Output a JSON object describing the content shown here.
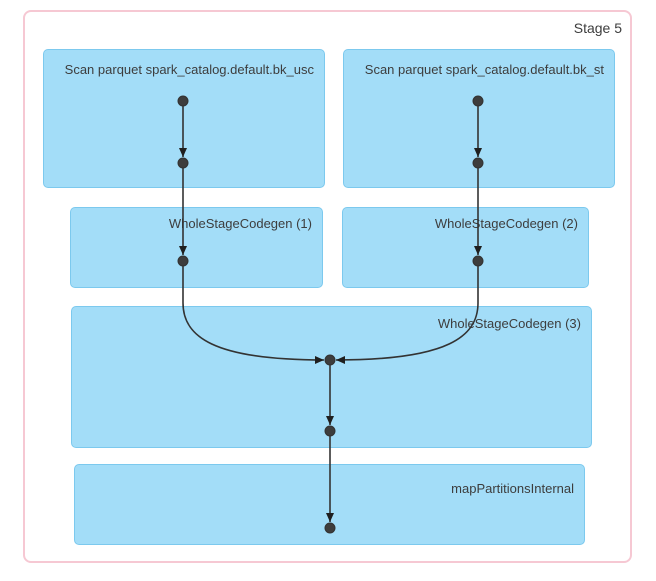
{
  "stage": {
    "label": "Stage 5"
  },
  "clusters": [
    {
      "id": "scan-bk-usc",
      "label": "Scan parquet spark_catalog.default.bk_usc"
    },
    {
      "id": "scan-bk-st",
      "label": "Scan parquet spark_catalog.default.bk_st"
    },
    {
      "id": "wholestagecodegen-1",
      "label": "WholeStageCodegen (1)"
    },
    {
      "id": "wholestagecodegen-2",
      "label": "WholeStageCodegen (2)"
    },
    {
      "id": "wholestagecodegen-3",
      "label": "WholeStageCodegen (3)"
    },
    {
      "id": "mappartitionsinternal",
      "label": "mapPartitionsInternal"
    }
  ],
  "graph": {
    "edges": [
      {
        "from": "scan-bk-usc",
        "to": "scan-bk-usc"
      },
      {
        "from": "scan-bk-st",
        "to": "scan-bk-st"
      },
      {
        "from": "scan-bk-usc",
        "to": "wholestagecodegen-1"
      },
      {
        "from": "scan-bk-st",
        "to": "wholestagecodegen-2"
      },
      {
        "from": "wholestagecodegen-1",
        "to": "wholestagecodegen-3"
      },
      {
        "from": "wholestagecodegen-2",
        "to": "wholestagecodegen-3"
      },
      {
        "from": "wholestagecodegen-3",
        "to": "wholestagecodegen-3"
      },
      {
        "from": "wholestagecodegen-3",
        "to": "mappartitionsinternal"
      }
    ],
    "node_count": 9
  },
  "colors": {
    "frame_border": "#f6c8d3",
    "cluster_fill": "#a3ddf8",
    "cluster_border": "#7cc9ee",
    "text": "#3d3d3d",
    "edge": "#333333",
    "node_dot": "#3d3d3d",
    "background": "#ffffff"
  }
}
